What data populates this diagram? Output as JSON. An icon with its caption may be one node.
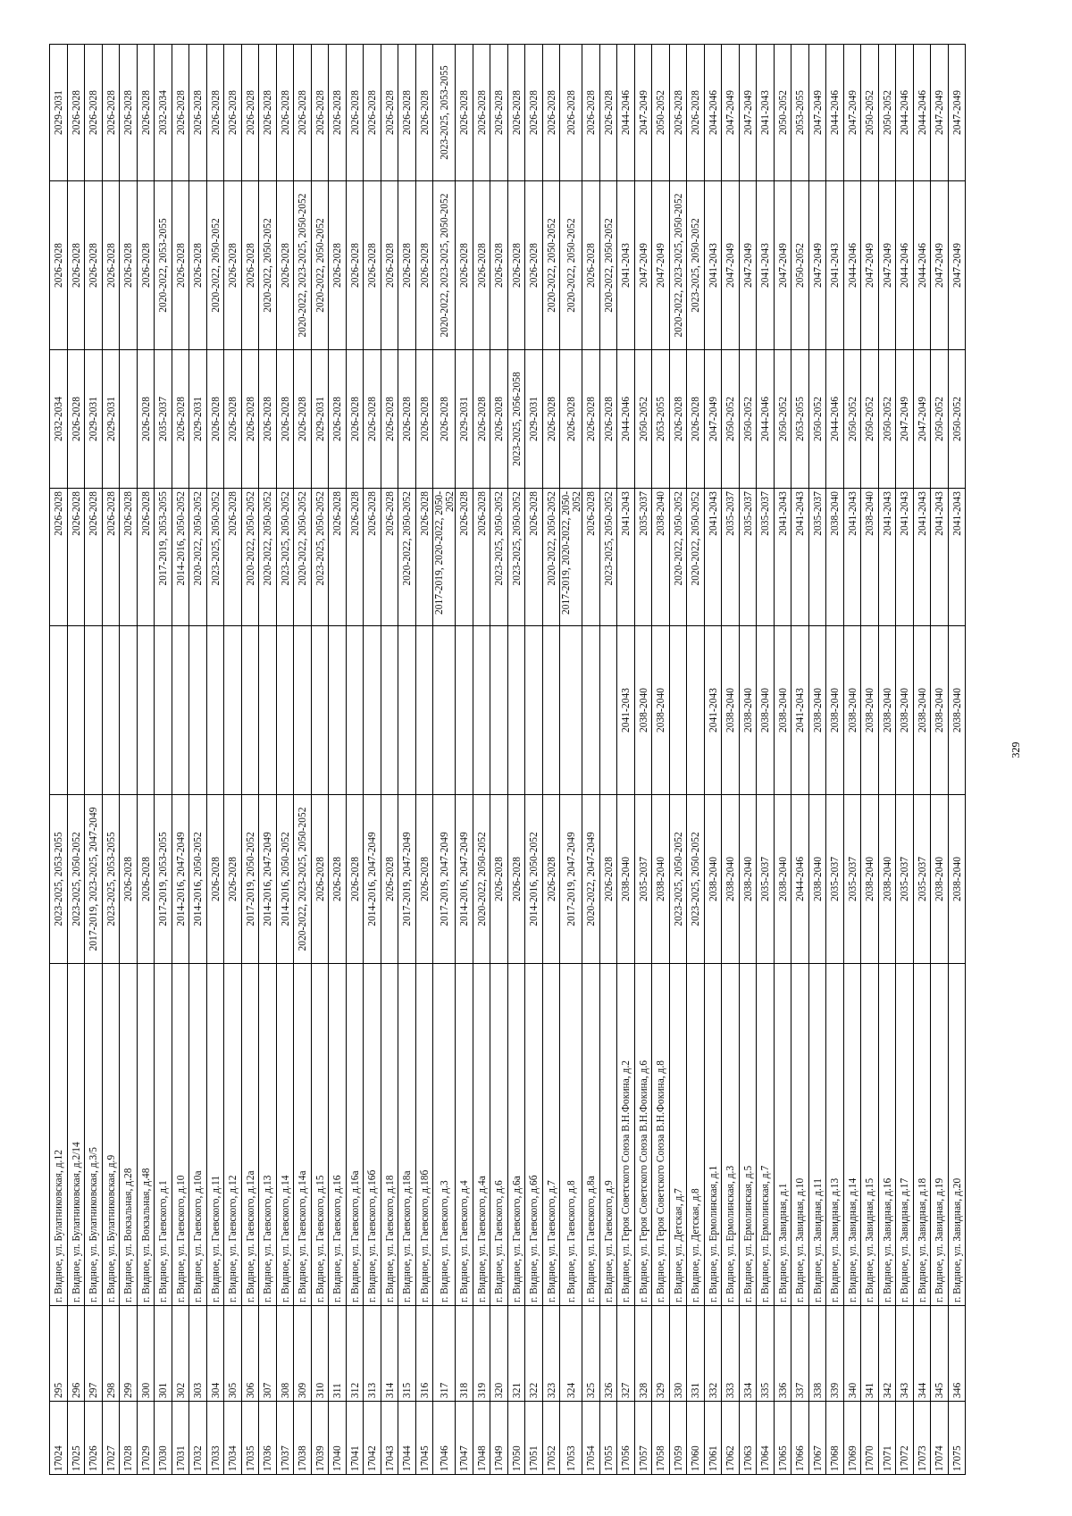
{
  "diagram": {
    "labels": [
      "17024",
      "295",
      "г. Видное, ул. Булатниковская, д.12",
      "2023-2025, 2053-2055",
      "2026-2028",
      "2032-2034",
      "2026-2028",
      "2029-2031",
      "17025",
      "296",
      "г. Видное, ул. Булатниковская, д.2/14",
      "2023-2025, 2050-2052",
      "2026-2028",
      "2026-2028",
      "2026-2028",
      "2026-2028",
      "17026",
      "297",
      "г. Видное, ул. Булатниковская, д.3/5",
      "2017-2019, 2023-2025, 2047-2049",
      "2026-2028",
      "2029-2031",
      "2026-2028",
      "2026-2028",
      "17027",
      "298",
      "г. Видное, ул. Булатниковская, д.9",
      "2023-2025, 2053-2055",
      "2026-2028",
      "2029-2031",
      "2026-2028",
      "2026-2028",
      "17028",
      "299",
      "г. Видное, ул. Вокзальная, д.28",
      "2026-2028",
      "2026-2028",
      "2026-2028",
      "2026-2028",
      "17029",
      "300",
      "г. Видное, ул. Вокзальная, д.48",
      "2026-2028",
      "2026-2028",
      "2026-2028",
      "2026-2028",
      "2026-2028",
      "17030",
      "301",
      "г. Видное, ул. Гаевского, д.1",
      "2017-2019, 2053-2055",
      "2017-2019, 2053-2055",
      "2035-2037",
      "2020-2022, 2053-2055",
      "2032-2034",
      "17031",
      "302",
      "г. Видное, ул. Гаевского, д.10",
      "2014-2016, 2047-2049",
      "2014-2016, 2050-2052",
      "2026-2028",
      "2026-2028",
      "2026-2028",
      "17032",
      "303",
      "г. Видное, ул. Гаевского, д.10а",
      "2014-2016, 2050-2052",
      "2020-2022, 2050-2052",
      "2029-2031",
      "2026-2028",
      "2026-2028",
      "17033",
      "304",
      "г. Видное, ул. Гаевского, д.11",
      "2026-2028",
      "2023-2025, 2050-2052",
      "2026-2028",
      "2020-2022, 2050-2052",
      "2026-2028",
      "17034",
      "305",
      "г. Видное, ул. Гаевского, д.12",
      "2026-2028",
      "2026-2028",
      "2026-2028",
      "2026-2028",
      "2026-2028",
      "17035",
      "306",
      "г. Видное, ул. Гаевского, д.12а",
      "2017-2019, 2050-2052",
      "2020-2022, 2050-2052",
      "2026-2028",
      "2026-2028",
      "2026-2028",
      "17036",
      "307",
      "г. Видное, ул. Гаевского, д.13",
      "2014-2016, 2047-2049",
      "2020-2022, 2050-2052",
      "2026-2028",
      "2020-2022, 2050-2052",
      "2026-2028",
      "17037",
      "308",
      "г. Видное, ул. Гаевского, д.14",
      "2014-2016, 2050-2052",
      "2023-2025, 2050-2052",
      "2026-2028",
      "2026-2028",
      "2026-2028",
      "17038",
      "309",
      "г. Видное, ул. Гаевского, д.14а",
      "2020-2022, 2023-2025, 2050-2052",
      "2020-2022, 2050-2052",
      "2026-2028",
      "2020-2022, 2023-2025, 2050-2052",
      "2026-2028",
      "17039",
      "310",
      "г. Видное, ул. Гаевского, д.15",
      "2026-2028",
      "2023-2025, 2050-2052",
      "2029-2031",
      "2020-2022, 2050-2052",
      "2026-2028",
      "17040",
      "311",
      "г. Видное, ул. Гаевского, д.16",
      "2026-2028",
      "2026-2028",
      "2026-2028",
      "2026-2028",
      "2026-2028",
      "17041",
      "312",
      "г. Видное, ул. Гаевского, д.16а",
      "2026-2028",
      "2026-2028",
      "2026-2028",
      "2026-2028",
      "2026-2028",
      "17042",
      "313",
      "г. Видное, ул. Гаевского, д.16б",
      "2014-2016, 2047-2049",
      "2026-2028",
      "2026-2028",
      "2026-2028",
      "2026-2028",
      "17043",
      "314",
      "г. Видное, ул. Гаевского, д.18",
      "2026-2028",
      "2026-2028",
      "2026-2028",
      "2026-2028",
      "2026-2028",
      "17044",
      "315",
      "г. Видное, ул. Гаевского, д.18а",
      "2017-2019, 2047-2049",
      "2020-2022, 2050-2052",
      "2026-2028",
      "2026-2028",
      "2026-2028",
      "17045",
      "316",
      "г. Видное, ул. Гаевского, д.18б",
      "2026-2028",
      "2026-2028",
      "2026-2028",
      "2026-2028",
      "2026-2028",
      "17046",
      "317",
      "г. Видное, ул. Гаевского, д.3",
      "2017-2019, 2047-2049",
      "2017-2019, 2020-2022, 2050-2052",
      "2026-2028",
      "2020-2022, 2023-2025, 2050-2052",
      "2023-2025, 2053-2055",
      "17047",
      "318",
      "г. Видное, ул. Гаевского, д.4",
      "2014-2016, 2047-2049",
      "2026-2028",
      "2029-2031",
      "2026-2028",
      "2026-2028",
      "17048",
      "319",
      "г. Видное, ул. Гаевского, д.4а",
      "2020-2022, 2050-2052",
      "2026-2028",
      "2026-2028",
      "2026-2028",
      "2026-2028",
      "17049",
      "320",
      "г. Видное, ул. Гаевского, д.6",
      "2026-2028",
      "2023-2025, 2050-2052",
      "2026-2028",
      "2026-2028",
      "2026-2028",
      "17050",
      "321",
      "г. Видное, ул. Гаевского, д.6а",
      "2026-2028",
      "2023-2025, 2050-2052",
      "2023-2025, 2056-2058",
      "2026-2028",
      "2026-2028",
      "17051",
      "322",
      "г. Видное, ул. Гаевского, д.6б",
      "2014-2016, 2050-2052",
      "2026-2028",
      "2029-2031",
      "2026-2028",
      "2026-2028",
      "17052",
      "323",
      "г. Видное, ул. Гаевского, д.7",
      "2026-2028",
      "2020-2022, 2050-2052",
      "2026-2028",
      "2020-2022, 2050-2052",
      "2026-2028",
      "17053",
      "324",
      "г. Видное, ул. Гаевского, д.8",
      "2017-2019, 2047-2049",
      "2017-2019, 2020-2022, 2050-2052",
      "2026-2028",
      "2020-2022, 2050-2052",
      "2026-2028",
      "17054",
      "325",
      "г. Видное, ул. Гаевского, д.8а",
      "2020-2022, 2047-2049",
      "2026-2028",
      "2026-2028",
      "2026-2028",
      "2026-2028",
      "17055",
      "326",
      "г. Видное, ул. Гаевского, д.9",
      "2026-2028",
      "2023-2025, 2050-2052",
      "2026-2028",
      "2020-2022, 2050-2052",
      "2026-2028",
      "17056",
      "327",
      "г. Видное, ул. Героя Советского Союза В.Н.Фокина, д.2",
      "2038-2040",
      "2041-2043",
      "2041-2043",
      "2044-2046",
      "2041-2043",
      "2044-2046",
      "17057",
      "328",
      "г. Видное, ул. Героя Советского Союза В.Н.Фокина, д.6",
      "2035-2037",
      "2038-2040",
      "2035-2037",
      "2050-2052",
      "2047-2049",
      "2047-2049",
      "17058",
      "329",
      "г. Видное, ул. Героя Советского Союза В.Н.Фокина, д.8",
      "2038-2040",
      "2038-2040",
      "2038-2040",
      "2053-2055",
      "2047-2049",
      "2050-2052",
      "17059",
      "330",
      "г. Видное, ул. Детская, д.7",
      "2023-2025, 2050-2052",
      "2020-2022, 2050-2052",
      "2026-2028",
      "2020-2022, 2023-2025, 2050-2052",
      "2026-2028",
      "17060",
      "331",
      "г. Видное, ул. Детская, д.8",
      "2023-2025, 2050-2052",
      "2020-2022, 2050-2052",
      "2026-2028",
      "2023-2025, 2050-2052",
      "2026-2028",
      "17061",
      "332",
      "г. Видное, ул. Ермолинская, д.1",
      "2038-2040",
      "2041-2043",
      "2041-2043",
      "2047-2049",
      "2041-2043",
      "2044-2046",
      "17062",
      "333",
      "г. Видное, ул. Ермолинская, д.3",
      "2038-2040",
      "2038-2040",
      "2035-2037",
      "2050-2052",
      "2047-2049",
      "2047-2049",
      "17063",
      "334",
      "г. Видное, ул. Ермолинская, д.5",
      "2038-2040",
      "2038-2040",
      "2035-2037",
      "2050-2052",
      "2047-2049",
      "2047-2049",
      "17064",
      "335",
      "г. Видное, ул. Ермолинская, д.7",
      "2035-2037",
      "2038-2040",
      "2035-2037",
      "2044-2046",
      "2041-2043",
      "2041-2043",
      "17065",
      "336",
      "г. Видное, ул. Завидная, д.1",
      "2038-2040",
      "2038-2040",
      "2041-2043",
      "2050-2052",
      "2047-2049",
      "2050-2052",
      "17066",
      "337",
      "г. Видное, ул. Завидная, д.10",
      "2044-2046",
      "2041-2043",
      "2041-2043",
      "2053-2055",
      "2050-2052",
      "2053-2055",
      "17067",
      "338",
      "г. Видное, ул. Завидная, д.11",
      "2038-2040",
      "2038-2040",
      "2035-2037",
      "2050-2052",
      "2047-2049",
      "2047-2049",
      "17068",
      "339",
      "г. Видное, ул. Завидная, д.13",
      "2035-2037",
      "2038-2040",
      "2038-2040",
      "2044-2046",
      "2041-2043",
      "2044-2046",
      "17069",
      "340",
      "г. Видное, ул. Завидная, д.14",
      "2035-2037",
      "2038-2040",
      "2041-2043",
      "2050-2052",
      "2044-2046",
      "2047-2049",
      "17070",
      "341",
      "г. Видное, ул. Завидная, д.15",
      "2038-2040",
      "2038-2040",
      "2038-2040",
      "2050-2052",
      "2047-2049",
      "2050-2052",
      "17071",
      "342",
      "г. Видное, ул. Завидная, д.16",
      "2038-2040",
      "2038-2040",
      "2041-2043",
      "2050-2052",
      "2047-2049",
      "2050-2052",
      "17072",
      "343",
      "г. Видное, ул. Завидная, д.17",
      "2035-2037",
      "2038-2040",
      "2041-2043",
      "2047-2049",
      "2044-2046",
      "2044-2046",
      "17073",
      "344",
      "г. Видное, ул. Завидная, д.18",
      "2035-2037",
      "2038-2040",
      "2041-2043",
      "2047-2049",
      "2044-2046",
      "2044-2046",
      "17074",
      "345",
      "г. Видное, ул. Завидная, д.19",
      "2038-2040",
      "2038-2040",
      "2041-2043",
      "2050-2052",
      "2047-2049",
      "2047-2049",
      "17075",
      "346",
      "г. Видное, ул. Завидная, д.20",
      "2038-2040",
      "2038-2040",
      "2041-2043",
      "2050-2052",
      "2047-2049",
      "2047-2049",
      "329"
    ]
  }
}
